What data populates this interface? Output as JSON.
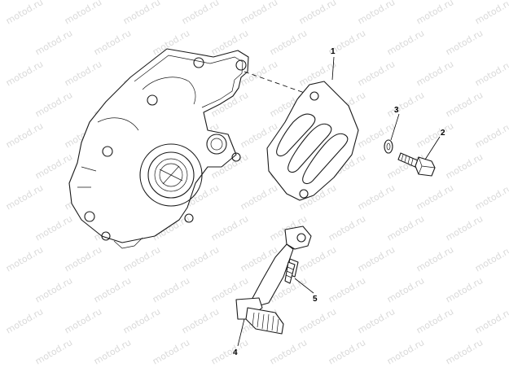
{
  "watermark": "motod.ru",
  "callouts": [
    {
      "id": "callout-1",
      "label": "1"
    },
    {
      "id": "callout-2",
      "label": "2"
    },
    {
      "id": "callout-3",
      "label": "3"
    },
    {
      "id": "callout-4",
      "label": "4"
    },
    {
      "id": "callout-5",
      "label": "5"
    }
  ]
}
